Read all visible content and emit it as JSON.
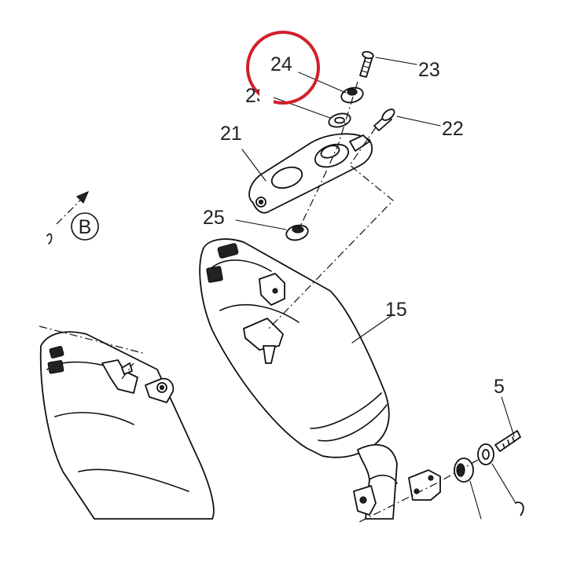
{
  "labels": {
    "p24": "24",
    "p23": "23",
    "p23b": "23",
    "p22": "22",
    "p21": "21",
    "p25": "25",
    "p15": "15",
    "p5": "5",
    "view_b": "B"
  },
  "colors": {
    "highlight_circle": "#d0202a",
    "line": "#111111"
  }
}
